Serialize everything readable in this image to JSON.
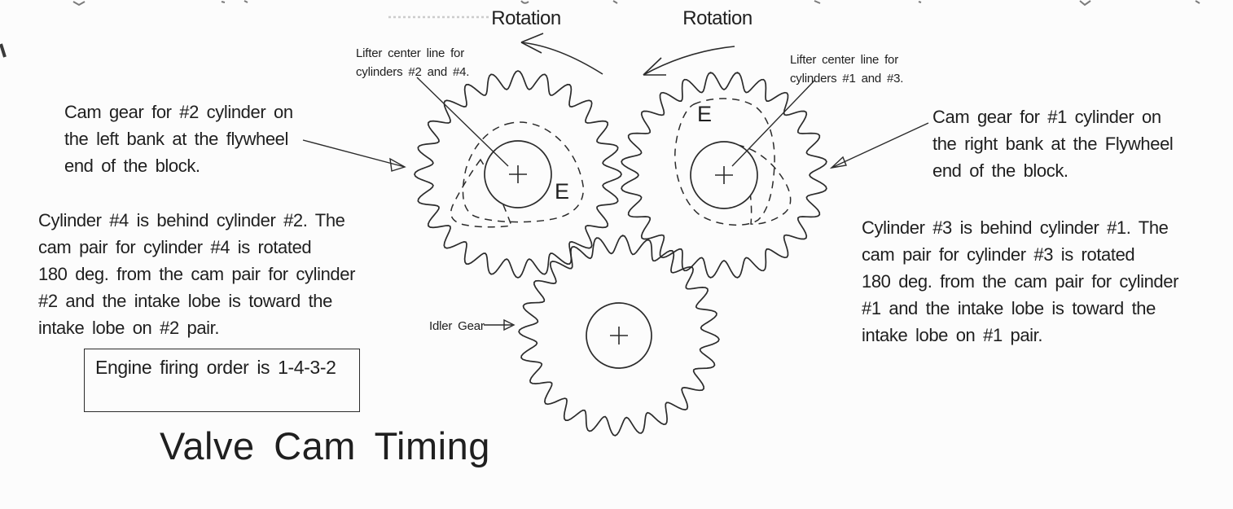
{
  "diagram": {
    "title": "Valve Cam Timing",
    "rotation_left": "Rotation",
    "rotation_right": "Rotation",
    "lifter_label_left": [
      "Lifter center line for",
      "cylinders #2 and #4."
    ],
    "lifter_label_right": [
      "Lifter center line for",
      "cylinders #1 and #3."
    ],
    "cam_gear_callout_left": [
      "Cam gear for #2 cylinder on",
      "the left bank at the flywheel",
      "end of the block."
    ],
    "cam_gear_callout_right": [
      "Cam gear for #1 cylinder on",
      "the right bank at the Flywheel",
      "end of the block."
    ],
    "note_left": [
      "Cylinder #4 is behind cylinder #2. The",
      "cam pair for cylinder #4 is rotated",
      "180 deg. from the cam pair for cylinder",
      "#2 and the intake lobe is toward the",
      "intake lobe on #2 pair."
    ],
    "note_right": [
      "Cylinder #3 is behind cylinder #1. The",
      "cam pair for cylinder #3 is rotated",
      "180 deg. from the cam pair for cylinder",
      "#1 and the intake lobe is toward the",
      "intake lobe on #1 pair."
    ],
    "firing_order": "Engine firing order is 1-4-3-2",
    "idler_label": "Idler Gear",
    "exhaust_lobe_label_left": "E",
    "exhaust_lobe_label_right": "E",
    "colors": {
      "ink": "#2b2b2b",
      "paper": "#fcfcfc"
    }
  }
}
